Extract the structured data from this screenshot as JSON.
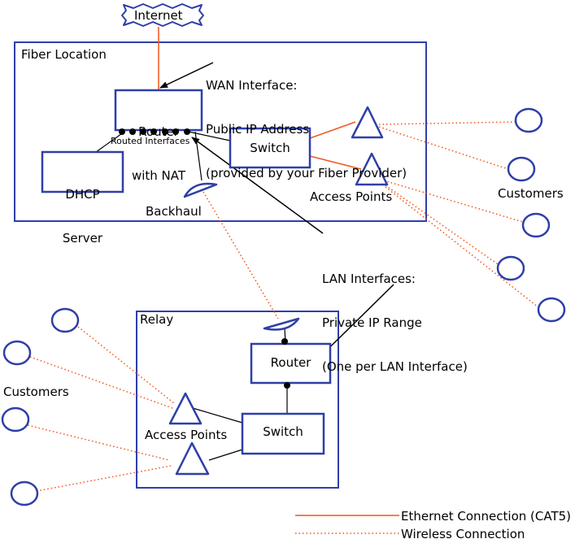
{
  "colors": {
    "box": "#2f3fa8",
    "ethernet": "#f2541b",
    "wireless": "#f2541b",
    "pointer": "#000000",
    "dot": "#000000"
  },
  "labels": {
    "internet": "Internet",
    "fiber_location": "Fiber Location",
    "wan_line1": "WAN Interface:",
    "wan_line2": "Public IP Address",
    "wan_line3": "(provided by your Fiber Provider)",
    "router_nat_line1": "Router",
    "router_nat_line2": "with NAT",
    "routed_interfaces": "Routed Interfaces",
    "dhcp_line1": "DHCP",
    "dhcp_line2": "Server",
    "switch_top": "Switch",
    "access_points_top": "Access Points",
    "customers_right": "Customers",
    "backhaul": "Backhaul",
    "lan_line1": "LAN Interfaces:",
    "lan_line2": "Private IP Range",
    "lan_line3": "(One per LAN Interface)",
    "relay": "Relay",
    "router_relay": "Router",
    "switch_relay": "Switch",
    "access_points_relay": "Access Points",
    "customers_left": "Customers"
  },
  "legend": {
    "ethernet": "Ethernet Connection (CAT5)",
    "wireless": "Wireless Connection"
  }
}
